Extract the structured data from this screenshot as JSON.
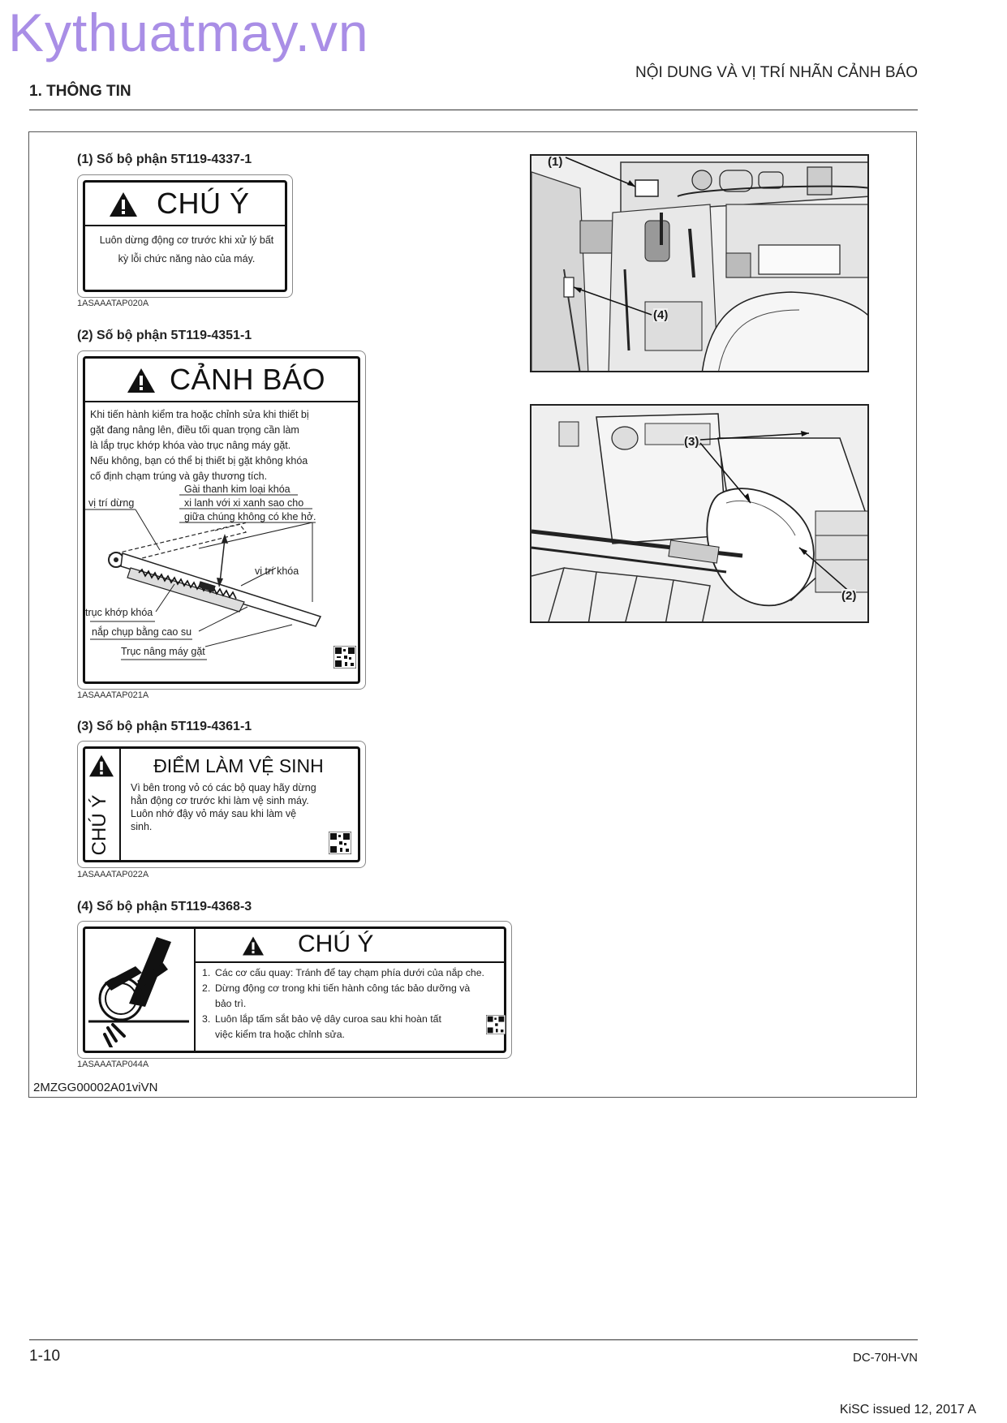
{
  "watermark": "Kythuatmay.vn",
  "header": {
    "section": "1. THÔNG TIN",
    "title": "NỘI DUNG VÀ VỊ TRÍ NHÃN CẢNH BÁO"
  },
  "labels": [
    {
      "title": "(1) Số bộ phận 5T119-4337-1",
      "heading": "CHÚ Ý",
      "lines": [
        "Luôn dừng động cơ trước khi xử lý bất",
        "kỳ lỗi chức năng nào của máy."
      ],
      "code": "1ASAAATAP020A"
    },
    {
      "title": "(2) Số bộ phận 5T119-4351-1",
      "heading": "CẢNH BÁO",
      "lines": [
        "Khi tiến hành kiểm tra hoặc chỉnh sửa khi thiết bị",
        "gặt đang nâng lên, điều tối quan trọng cần làm",
        "là lắp trục khớp khóa vào trục nâng máy gặt.",
        "Nếu không, bạn có thể bị thiết bị gặt không khóa",
        "cố định chạm trúng và gây thương tích."
      ],
      "annotations": {
        "pin_note": [
          "Gài thanh kim loại khóa",
          "xi lanh với xi xanh sao cho",
          "giữa chúng không có khe hở."
        ],
        "stop_position": "vị trí dừng",
        "lock_position": "vị trí khóa",
        "lock_shaft": "trục khớp khóa",
        "rubber_cap": "nắp chụp bằng cao su",
        "lift_shaft": "Trục nâng máy gặt"
      },
      "code": "1ASAAATAP021A"
    },
    {
      "title": "(3) Số bộ phận 5T119-4361-1",
      "side_label": "CHÚ Ý",
      "heading": "ĐIỂM LÀM VỆ SINH",
      "lines": [
        "Vì bên trong vỏ có các bộ quay hãy dừng",
        "hẳn động cơ trước khi làm vệ sinh máy.",
        "Luôn nhớ đậy vỏ máy sau khi làm vệ",
        "sinh."
      ],
      "code": "1ASAAATAP022A"
    },
    {
      "title": "(4) Số bộ phận 5T119-4368-3",
      "heading": "CHÚ Ý",
      "items": [
        {
          "num": "1.",
          "lines": [
            "Các cơ cấu quay: Tránh để tay chạm phía dưới của nắp che."
          ]
        },
        {
          "num": "2.",
          "lines": [
            "Dừng động cơ trong khi tiến hành công tác bảo dưỡng và",
            "bảo trì."
          ]
        },
        {
          "num": "3.",
          "lines": [
            "Luôn lắp tấm sắt bảo vệ dây curoa sau khi hoàn tất",
            "việc kiểm tra hoặc chỉnh sửa."
          ]
        }
      ],
      "code": "1ASAAATAP044A"
    }
  ],
  "diagrams": {
    "top_callouts": [
      "(1)",
      "(4)"
    ],
    "bottom_callouts": [
      "(3)",
      "(2)"
    ]
  },
  "doc_id": "2MZGG00002A01viVN",
  "footer": {
    "page": "1-10",
    "model": "DC-70H-VN",
    "issued": "KiSC issued 12, 2017 A"
  }
}
